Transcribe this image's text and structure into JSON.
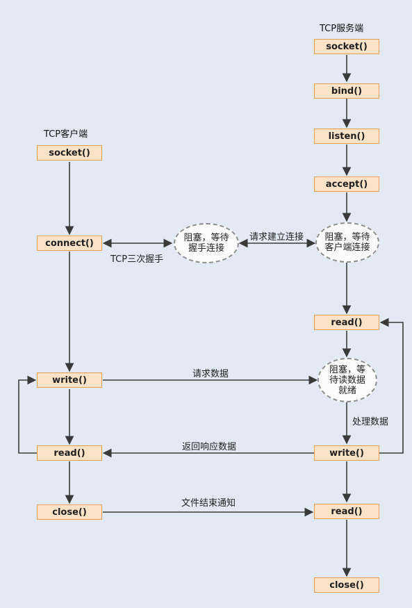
{
  "client": {
    "title": "TCP客户端",
    "socket": "socket()",
    "connect": "connect()",
    "write": "write()",
    "read": "read()",
    "close": "close()"
  },
  "server": {
    "title": "TCP服务端",
    "socket": "socket()",
    "bind": "bind()",
    "listen": "listen()",
    "accept": "accept()",
    "read": "read()",
    "write": "write()",
    "read2": "read()",
    "close": "close()"
  },
  "nodes": {
    "client_block": "阻塞，等待\n握手连接",
    "server_block_connect": "阻塞，等待\n客户端连接",
    "server_block_read": "阻塞，等\n待读数据\n就绪"
  },
  "labels": {
    "handshake": "TCP三次握手",
    "connect_request": "请求建立连接",
    "request_data": "请求数据",
    "process_data": "处理数据",
    "response_data": "返回响应数据",
    "eof_notice": "文件结束通知"
  },
  "colors": {
    "background": "#e3eaf5",
    "box_fill": "#fce3c8",
    "box_border": "#e79d52",
    "line": "#3a3a3a",
    "ellipse_border": "#8d8d8d"
  }
}
